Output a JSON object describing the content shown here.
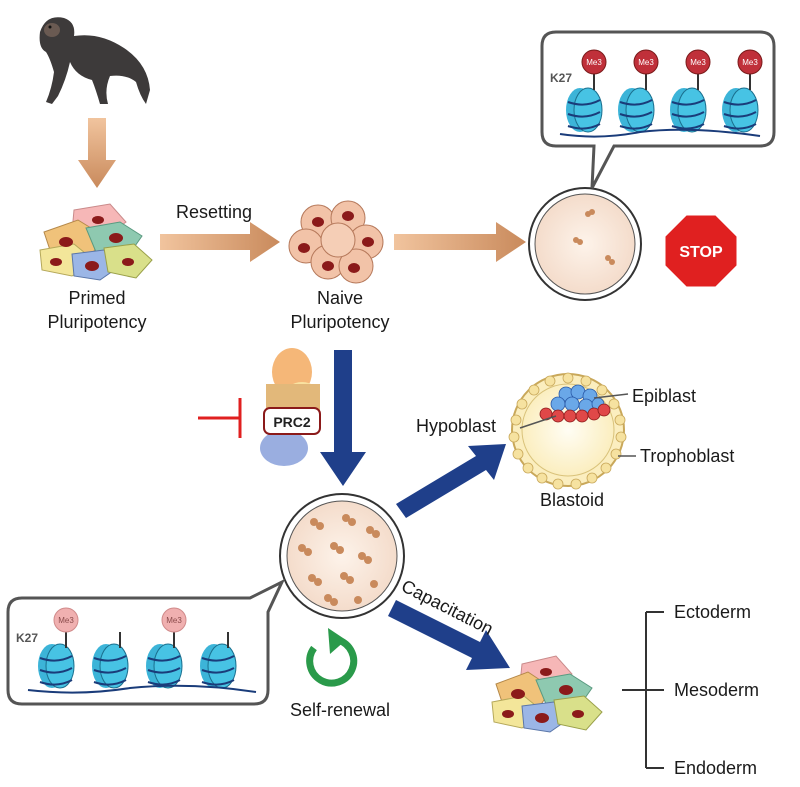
{
  "labels": {
    "resetting": "Resetting",
    "primed_line1": "Primed",
    "primed_line2": "Pluripotency",
    "naive_line1": "Naive",
    "naive_line2": "Pluripotency",
    "epiblast": "Epiblast",
    "hypoblast": "Hypoblast",
    "trophoblast": "Trophoblast",
    "blastoid": "Blastoid",
    "capacitation": "Capacitation",
    "self_renewal": "Self-renewal",
    "ectoderm": "Ectoderm",
    "mesoderm": "Mesoderm",
    "endoderm": "Endoderm",
    "prc2": "PRC2",
    "stop": "STOP",
    "k27_top": "K27",
    "k27_bottom": "K27",
    "me3": "Me3"
  },
  "colors": {
    "orange_arrow": "#d99a6c",
    "navy_arrow": "#1f3f8a",
    "stop_red": "#e02020",
    "inhibit_red": "#e02020",
    "nucleosome": "#3cb4d8",
    "me3_dark": "#c0303a",
    "me3_pale": "#f0b0b0",
    "self_renewal_green": "#2a9a4a"
  },
  "icons": {
    "chimp": "chimpanzee-icon",
    "stop": "stop-sign-icon",
    "self_renewal": "circular-arrow-icon"
  }
}
